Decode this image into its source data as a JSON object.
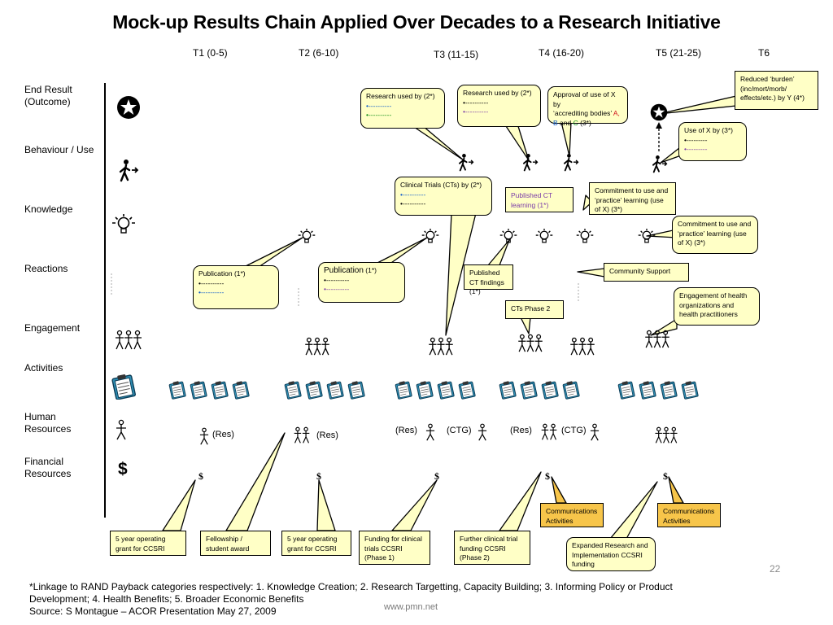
{
  "title": "Mock-up Results Chain Applied Over Decades to a Research Initiative",
  "periods": [
    "T1 (0-5)",
    "T2 (6-10)",
    "T3 (11-15)",
    "T4 (16-20)",
    "T5 (21-25)",
    "T6"
  ],
  "row_labels": {
    "end_result": "End Result (Outcome)",
    "behaviour": "Behaviour / Use",
    "knowledge": "Knowledge",
    "reactions": "Reactions",
    "engagement": "Engagement",
    "activities": "Activities",
    "human_resources": "Human Resources",
    "financial_resources": "Financial Resources"
  },
  "callouts": {
    "research_used_1": {
      "title": "Research used by (2*)",
      "line1": "•----------",
      "line2": "•----------"
    },
    "research_used_2": {
      "title": "Research used by (2*)",
      "line1": "•----------",
      "line2": "•----------"
    },
    "approval": {
      "text1": "Approval of use of X by",
      "text2": "‘accrediting bodies’",
      "a": "A,",
      "b": "B",
      "and": "and",
      "c": "C",
      "tail": "(3*)"
    },
    "reduced_burden": {
      "text": "Reduced ‘burden’ (inc/mort/morb/ effects/etc.) by Y (4*)"
    },
    "use_of_x": {
      "title": "Use of X by (3*)",
      "line1": "•---------",
      "line2": "•---------"
    },
    "clinical_trials": {
      "title": "Clinical Trials (CTs) by (2*)",
      "line1": "•----------",
      "line2": "•----------"
    },
    "published_ct_learning": {
      "text": "Published CT learning (1*)"
    },
    "commitment_1": {
      "text": "Commitment to use and ‘practice’ learning (use of X) (3*)"
    },
    "commitment_2": {
      "text": "Commitment to use and ‘practice’ learning (use of X) (3*)"
    },
    "publication_1": {
      "title": "Publication (1*)",
      "line1": "•----------",
      "line2": "•----------"
    },
    "publication_2": {
      "title": "Publication",
      "suffix": "(1*)",
      "line1": "•----------",
      "line2": "•----------"
    },
    "published_ct_findings": {
      "text": "Published CT findings (1*)"
    },
    "community_support": {
      "text": "Community Support"
    },
    "engagement_health": {
      "text": "Engagement of health organizations and health practitioners"
    },
    "cts_phase2": {
      "text": "CTs Phase 2"
    },
    "comm_activities_1": {
      "text": "Communications Activities"
    },
    "comm_activities_2": {
      "text": "Communications Activities"
    },
    "grant_1": {
      "text": "5 year operating grant for CCSRI"
    },
    "fellowship": {
      "text": "Fellowship / student award"
    },
    "grant_2": {
      "text": "5 year operating grant for CCSRI"
    },
    "funding_ct": {
      "text": "Funding for clinical trials CCSRI (Phase 1)"
    },
    "further_ct": {
      "text": "Further clinical trial funding CCSRI (Phase 2)"
    },
    "expanded_research": {
      "text": "Expanded Research and Implementation CCSRI funding"
    }
  },
  "resource_labels": {
    "res_1": "(Res)",
    "res_2": "(Res)",
    "res_3": "(Res)",
    "ctg_3": "(CTG)",
    "res_4": "(Res)",
    "ctg_4": "(CTG)"
  },
  "currency_symbol": "$",
  "footnote": {
    "line1": "*Linkage to RAND Payback categories respectively: 1. Knowledge Creation; 2. Research Targetting, Capacity Building; 3. Informing Policy or Product",
    "line2": "Development; 4. Health Benefits; 5. Broader Economic Benefits",
    "line3": "Source:  S Montague – ACOR Presentation May 27, 2009"
  },
  "page_number": "22",
  "website": "www.pmn.net",
  "colors": {
    "callout": "#ffffc6",
    "callout_orange": "#f7c54a",
    "blue_bullet": "#0a58ca",
    "purple_bullet": "#7a3aa8",
    "green_bullet": "#0a8a10",
    "red_text": "#d0101a"
  },
  "icons": [
    "star-icon",
    "walking-person-icon",
    "lightbulb-icon",
    "people-group-icon",
    "clipboard-icon",
    "person-icon",
    "dollar-icon"
  ]
}
